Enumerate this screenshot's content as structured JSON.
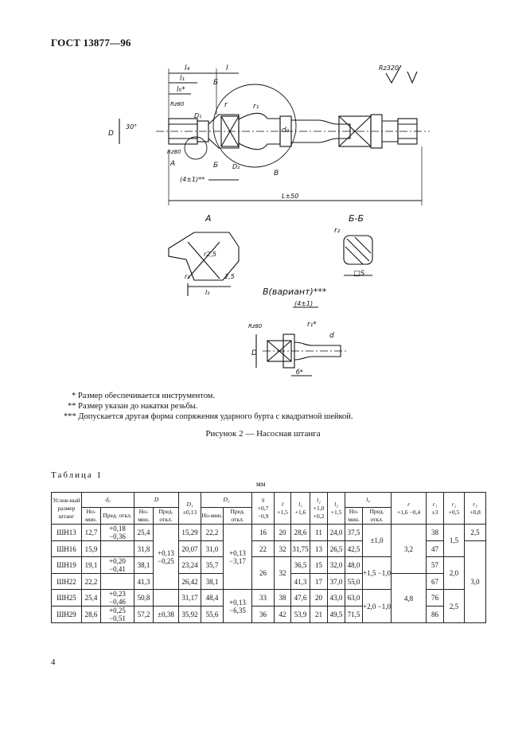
{
  "header": {
    "title": "ГОСТ 13877—96"
  },
  "figure": {
    "labels": {
      "l4": "l₄",
      "l": "l",
      "l1": "l₁",
      "l5": "l₅*",
      "B": "Б",
      "rz": "Rz320",
      "rz80a": "Rz80",
      "rz80b": "Rz80",
      "r1": "r₁",
      "r": "r",
      "d": "d",
      "dr": "d₀",
      "D": "D",
      "D1": "D₁",
      "angle": "30°",
      "A": "A",
      "B2": "Б",
      "D2": "D₂",
      "V": "В",
      "len": "L±50",
      "dim41": "(4±1)**",
      "secA": "А",
      "secBB": "Б-Б",
      "r2": "r₂",
      "r3": "r₃",
      "r25": "r2,5",
      "s": "□S",
      "twofive": "2,5",
      "l3": "l₃",
      "l2": "l₂",
      "var": "В(вариант)***",
      "var41": "(4±1)",
      "rz80c": "Rz80",
      "r1b": "r₁*",
      "dd": "d",
      "Dv": "D",
      "b": "б*"
    }
  },
  "notes": [
    "* Размер обеспечивается инструментом.",
    "** Размер указан до накатки резьбы.",
    "*** Допускается другая форма сопряжения ударного бурта с квадратной шейкой."
  ],
  "caption": "Рисунок 2 — Насосная штанга",
  "table": {
    "title": "Таблица 1",
    "units": "мм",
    "head": {
      "cond": "Услов-ный размер штанг",
      "d0": "d₀",
      "D": "D",
      "D1": "D₁",
      "D1tol": "±0,13",
      "D2": "D₂",
      "S": "S",
      "Stol": "+0,7 −0,9",
      "l": "l",
      "ltol": "+1,5",
      "l1": "l₁",
      "l1tol": "+1,6",
      "l2": "l₂",
      "l2tol": "+1,0 +0,2",
      "l3": "l₃",
      "l3tol": "+1,5",
      "l4": "l₄",
      "r": "r",
      "rtol": "+1,6 −0,4",
      "r1": "r₁",
      "r1tol": "±3",
      "r2": "r₂",
      "r2tol": "+0,5",
      "r3": "r₃",
      "r3tol": "+0,8",
      "nom": "Но-мин.",
      "dev": "Пред. откл."
    },
    "rows": [
      {
        "name": "ШН13",
        "d0": "12,7",
        "D": "25,4",
        "D1": "15,29",
        "D2": "22,2",
        "S": "16",
        "l": "20",
        "l1": "28,6",
        "l2": "11",
        "l3": "24,0",
        "l4": "37,5",
        "r1": "38"
      },
      {
        "name": "ШН16",
        "d0": "15,9",
        "D": "31,8",
        "D1": "20,07",
        "D2": "31,0",
        "S": "22",
        "l": "32",
        "l1": "31,75",
        "l2": "13",
        "l3": "26,5",
        "l4": "42,5",
        "r1": "47"
      },
      {
        "name": "ШН19",
        "d0": "19,1",
        "D": "38,1",
        "D1": "23,24",
        "D2": "35,7",
        "S": "",
        "l": "",
        "l1": "36,5",
        "l2": "15",
        "l3": "32,0",
        "l4": "48,0",
        "r1": "57"
      },
      {
        "name": "ШН22",
        "d0": "22,2",
        "D": "41,3",
        "D1": "26,42",
        "D2": "38,1",
        "S": "",
        "l": "",
        "l1": "41,3",
        "l2": "17",
        "l3": "37,0",
        "l4": "55,0",
        "r1": "67"
      },
      {
        "name": "ШН25",
        "d0": "25,4",
        "D": "50,8",
        "D1": "31,17",
        "D2": "48,4",
        "S": "33",
        "l": "38",
        "l1": "47,6",
        "l2": "20",
        "l3": "43,0",
        "l4": "63,0",
        "r1": "76"
      },
      {
        "name": "ШН29",
        "d0": "28,6",
        "D": "57,2",
        "D1": "35,92",
        "D2": "55,6",
        "S": "36",
        "l": "42",
        "l1": "53,9",
        "l2": "21",
        "l3": "49,5",
        "l4": "71,5",
        "r1": "86"
      }
    ],
    "merged": {
      "d0dev1": "+0,18 −0,36",
      "d0dev2": "+0,20 −0,41",
      "d0dev3": "+0,23 −0,46",
      "d0dev4": "+0,25 −0,51",
      "Ddev1": "+0,13 −0,25",
      "Ddev2": "±0,38",
      "D2dev1": "+0,13 −3,17",
      "D2dev2": "+0,13 −6,35",
      "S19": "26",
      "l19": "32",
      "l4dev1": "±1,0",
      "l4dev2": "+1,5 −1,0",
      "l4dev3": "+2,0 −1,0",
      "r1": "3,2",
      "r2": "4,8",
      "r2a": "1,5",
      "r2b": "2,0",
      "r2c": "2,5",
      "r3a": "2,5",
      "r3b": "3,0"
    }
  },
  "page_number": "4"
}
